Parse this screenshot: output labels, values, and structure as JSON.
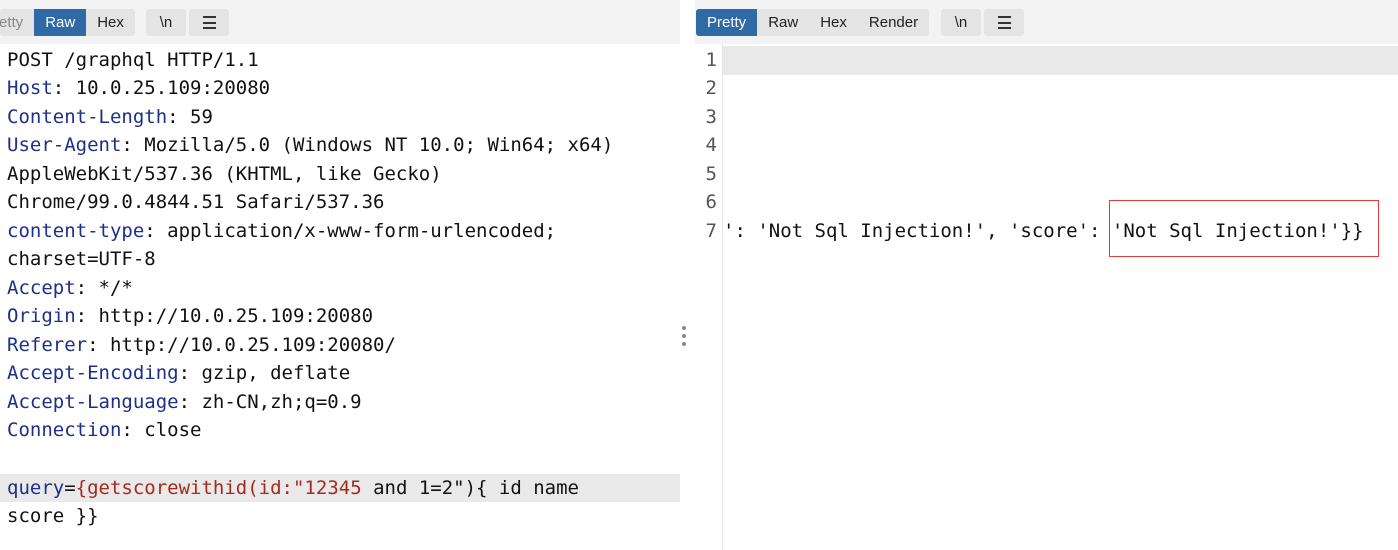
{
  "request_toolbar": {
    "tabs": [
      {
        "label": "etty",
        "active": false
      },
      {
        "label": "Raw",
        "active": true
      },
      {
        "label": "Hex",
        "active": false
      }
    ],
    "newline_label": "\\n",
    "menu_icon": "hamburger-menu-icon"
  },
  "response_toolbar": {
    "tabs": [
      {
        "label": "Pretty",
        "active": true
      },
      {
        "label": "Raw",
        "active": false
      },
      {
        "label": "Hex",
        "active": false
      },
      {
        "label": "Render",
        "active": false
      }
    ],
    "newline_label": "\\n",
    "menu_icon": "hamburger-menu-icon"
  },
  "request": {
    "request_line": "POST /graphql HTTP/1.1",
    "headers": [
      {
        "key": "Host",
        "value": ": 10.0.25.109:20080"
      },
      {
        "key": "Content-Length",
        "value": ": 59"
      },
      {
        "key": "User-Agent",
        "value": ": Mozilla/5.0 (Windows NT 10.0; Win64; x64)"
      },
      {
        "key": "",
        "value": "AppleWebKit/537.36 (KHTML, like Gecko)"
      },
      {
        "key": "",
        "value": "Chrome/99.0.4844.51 Safari/537.36"
      },
      {
        "key": "content-type",
        "value": ": application/x-www-form-urlencoded;"
      },
      {
        "key": "",
        "value": "charset=UTF-8"
      },
      {
        "key": "Accept",
        "value": ": */*"
      },
      {
        "key": "Origin",
        "value": ": http://10.0.25.109:20080"
      },
      {
        "key": "Referer",
        "value": ": http://10.0.25.109:20080/"
      },
      {
        "key": "Accept-Encoding",
        "value": ": gzip, deflate"
      },
      {
        "key": "Accept-Language",
        "value": ": zh-CN,zh;q=0.9"
      },
      {
        "key": "Connection",
        "value": ": close"
      }
    ],
    "body": {
      "param": "query",
      "equals": "=",
      "value_part": "{getscorewithid(id:\"12345",
      "rest": " and 1=2\"){ id name",
      "line2": "score }}"
    }
  },
  "response": {
    "line_numbers": [
      "1",
      "2",
      "3",
      "4",
      "5",
      "6",
      "7"
    ],
    "line7_text": "': 'Not Sql Injection!', 'score': 'Not Sql Injection!'}}"
  }
}
